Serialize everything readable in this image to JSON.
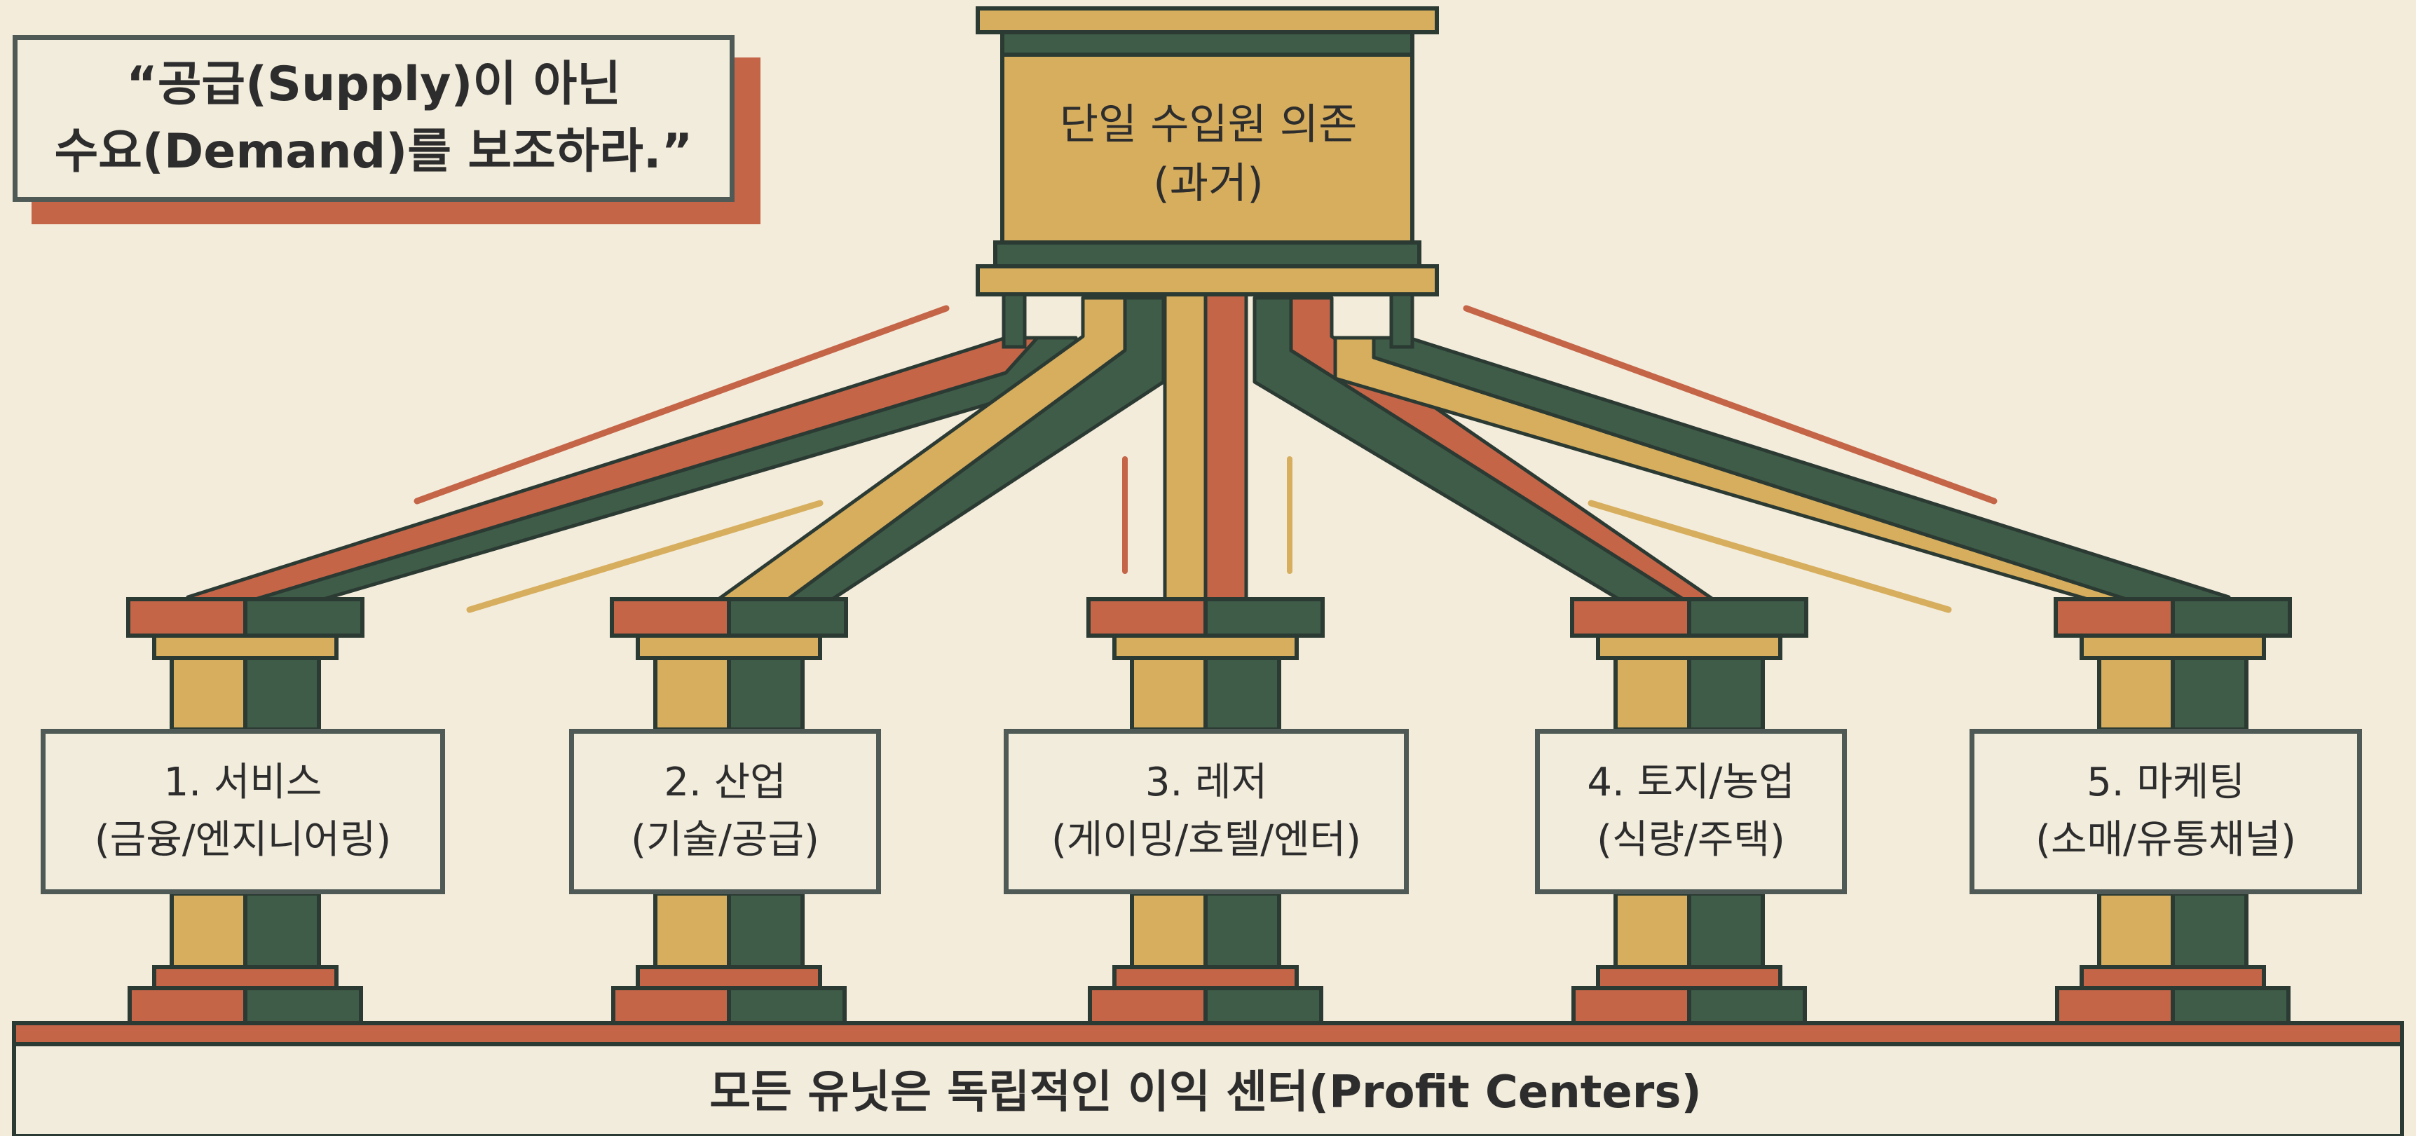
{
  "quote": {
    "line1": "“공급(Supply)이 아닌",
    "line2": "수요(Demand)를 보조하라.”"
  },
  "top_pillar": {
    "line1": "단일 수입원 의존",
    "line2": "(과거)"
  },
  "units": [
    {
      "title": "1. 서비스",
      "subtitle": "(금융/엔지니어링)"
    },
    {
      "title": "2. 산업",
      "subtitle": "(기술/공급)"
    },
    {
      "title": "3. 레저",
      "subtitle": "(게이밍/호텔/엔터)"
    },
    {
      "title": "4. 토지/농업",
      "subtitle": "(식량/주택)"
    },
    {
      "title": "5. 마케팅",
      "subtitle": "(소매/유통채널)"
    }
  ],
  "base": {
    "label": "모든 유닛은 독립적인 이익 센터(Profit Centers)"
  },
  "colors": {
    "background": "#f4ecdb",
    "gold": "#d6ae5e",
    "terracotta": "#c46548",
    "forest": "#3e5c47",
    "outline": "#2b3a33",
    "cream": "#f2ecdc"
  }
}
